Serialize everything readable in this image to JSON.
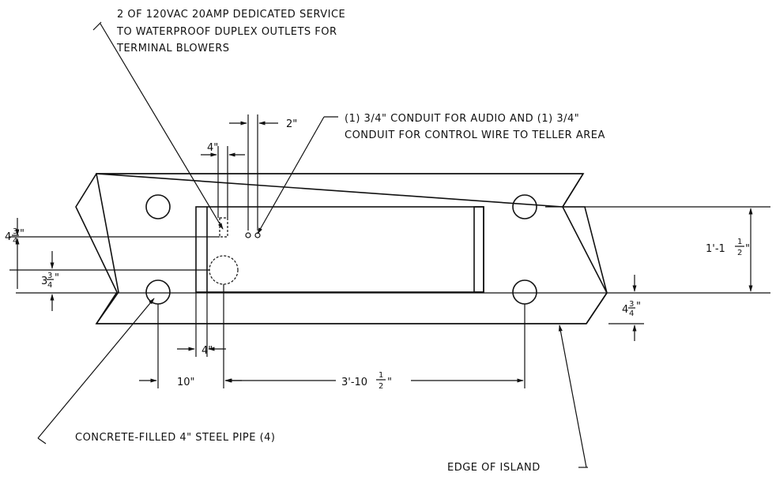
{
  "notes": {
    "service": [
      "2 OF 120VAC 20AMP DEDICATED SERVICE",
      "TO WATERPROOF DUPLEX OUTLETS FOR",
      "TERMINAL BLOWERS"
    ],
    "conduit": [
      "(1) 3/4\" CONDUIT FOR AUDIO AND (1) 3/4\"",
      "CONDUIT FOR CONTROL WIRE TO TELLER AREA"
    ],
    "pipe": "CONCRETE-FILLED 4\" STEEL PIPE (4)",
    "edge": "EDGE OF ISLAND"
  },
  "dimensions": {
    "d2in": "2\"",
    "d4in_top": "4\"",
    "d4in_bottom": "4\"",
    "d10in": "10\"",
    "d3ft": {
      "whole": "3'-10",
      "num": "1",
      "den": "2",
      "unit": "\""
    },
    "d1ft": {
      "whole": "1'-1",
      "num": "1",
      "den": "2",
      "unit": "\""
    },
    "left_upper": {
      "whole": "4",
      "num": "3",
      "den": "4",
      "unit": "\""
    },
    "left_lower": {
      "whole": "3",
      "num": "3",
      "den": "4",
      "unit": "\""
    },
    "right_lower": {
      "whole": "4",
      "num": "3",
      "den": "4",
      "unit": "\""
    }
  }
}
